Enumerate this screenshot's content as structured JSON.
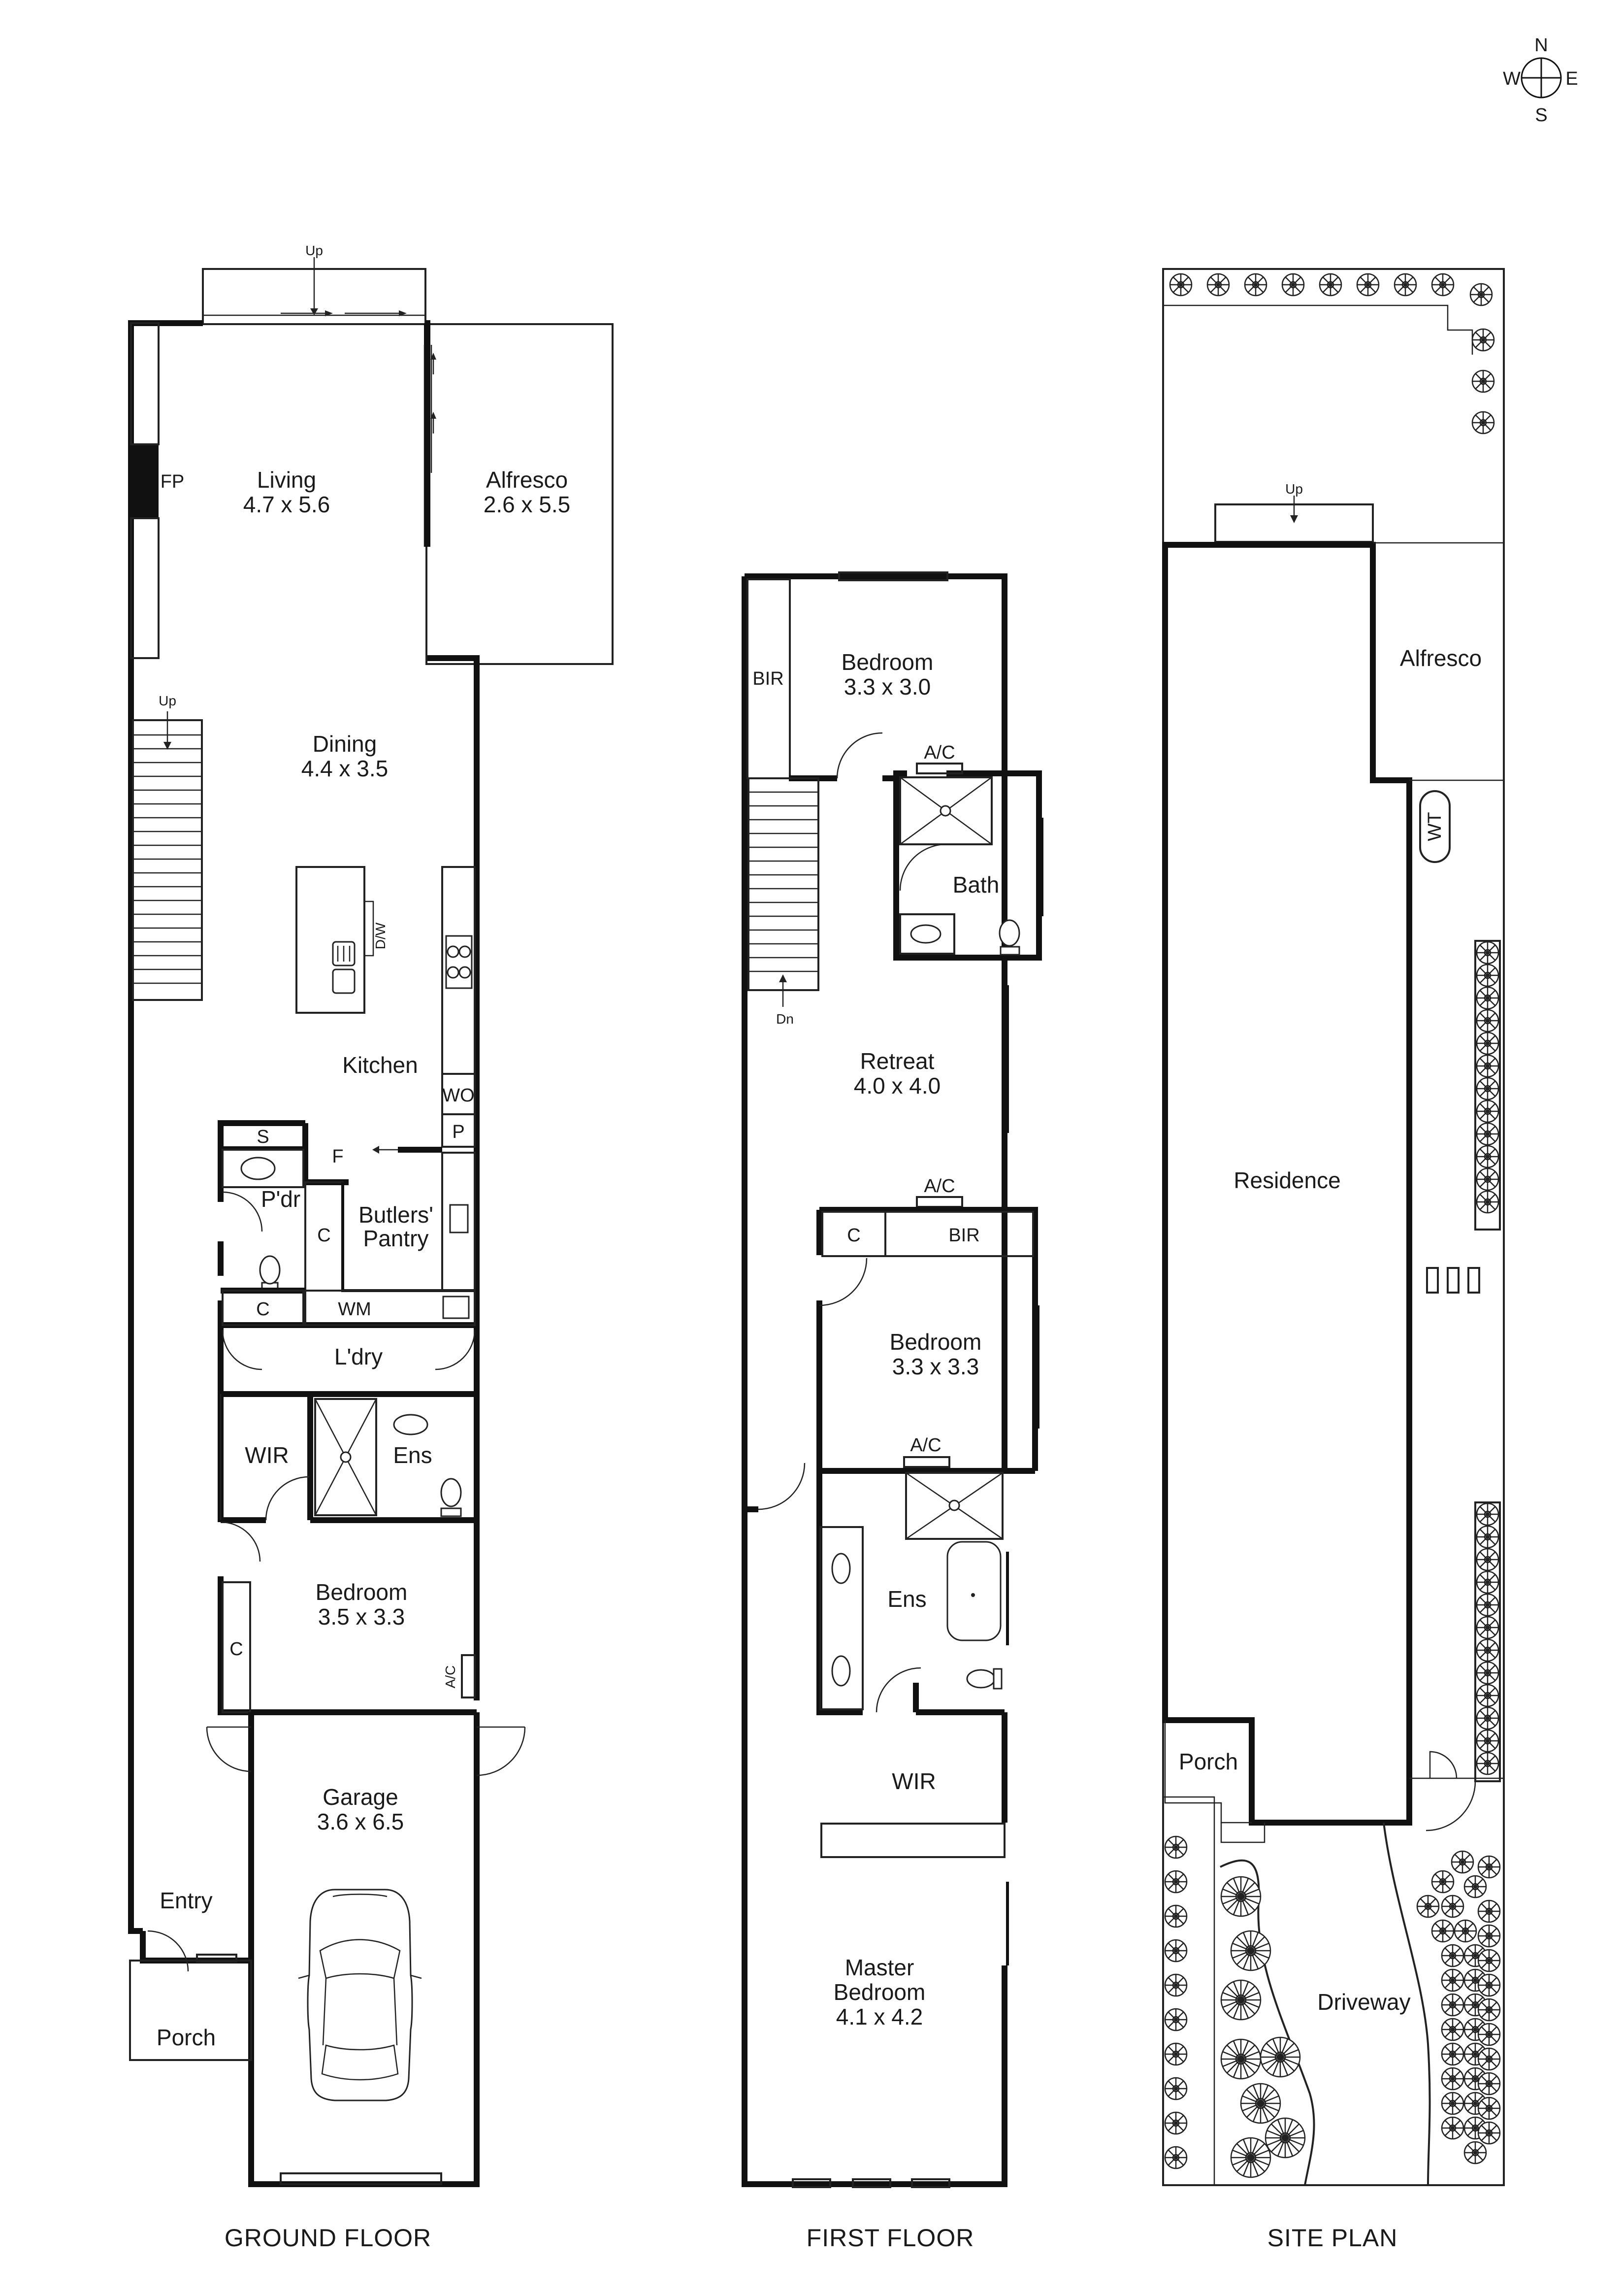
{
  "compass": {
    "n": "N",
    "e": "E",
    "s": "S",
    "w": "W"
  },
  "ground_floor": {
    "title": "GROUND FLOOR",
    "up_stair_top": "Up",
    "up_stair_inner": "Up",
    "fp": "FP",
    "living": {
      "name": "Living",
      "dims": "4.7 x 5.6"
    },
    "alfresco": {
      "name": "Alfresco",
      "dims": "2.6 x 5.5"
    },
    "dining": {
      "name": "Dining",
      "dims": "4.4 x 3.5"
    },
    "dw": "D/W",
    "kitchen": "Kitchen",
    "wo": "WO",
    "p": "P",
    "s": "S",
    "f": "F",
    "pdr": "P'dr",
    "butlers_1": "Butlers'",
    "butlers_2": "Pantry",
    "c_pantry": "C",
    "c_laundry": "C",
    "wm": "WM",
    "ldry": "L'dry",
    "wir": "WIR",
    "ens": "Ens",
    "bedroom": {
      "name": "Bedroom",
      "dims": "3.5 x 3.3"
    },
    "c_bed": "C",
    "ac": "A/C",
    "garage": {
      "name": "Garage",
      "dims": "3.6 x 6.5"
    },
    "entry": "Entry",
    "porch": "Porch"
  },
  "first_floor": {
    "title": "FIRST FLOOR",
    "bir_top": "BIR",
    "bedroom1": {
      "name": "Bedroom",
      "dims": "3.3 x 3.0"
    },
    "ac1": "A/C",
    "bath": "Bath",
    "dn": "Dn",
    "retreat": {
      "name": "Retreat",
      "dims": "4.0 x 4.0"
    },
    "ac2": "A/C",
    "c": "C",
    "bir_mid": "BIR",
    "bedroom2": {
      "name": "Bedroom",
      "dims": "3.3 x 3.3"
    },
    "ac3": "A/C",
    "ens": "Ens",
    "wir": "WIR",
    "master": {
      "name1": "Master",
      "name2": "Bedroom",
      "dims": "4.1 x 4.2"
    }
  },
  "site_plan": {
    "title": "SITE PLAN",
    "up": "Up",
    "alfresco": "Alfresco",
    "wt": "WT",
    "residence": "Residence",
    "porch": "Porch",
    "driveway": "Driveway"
  }
}
